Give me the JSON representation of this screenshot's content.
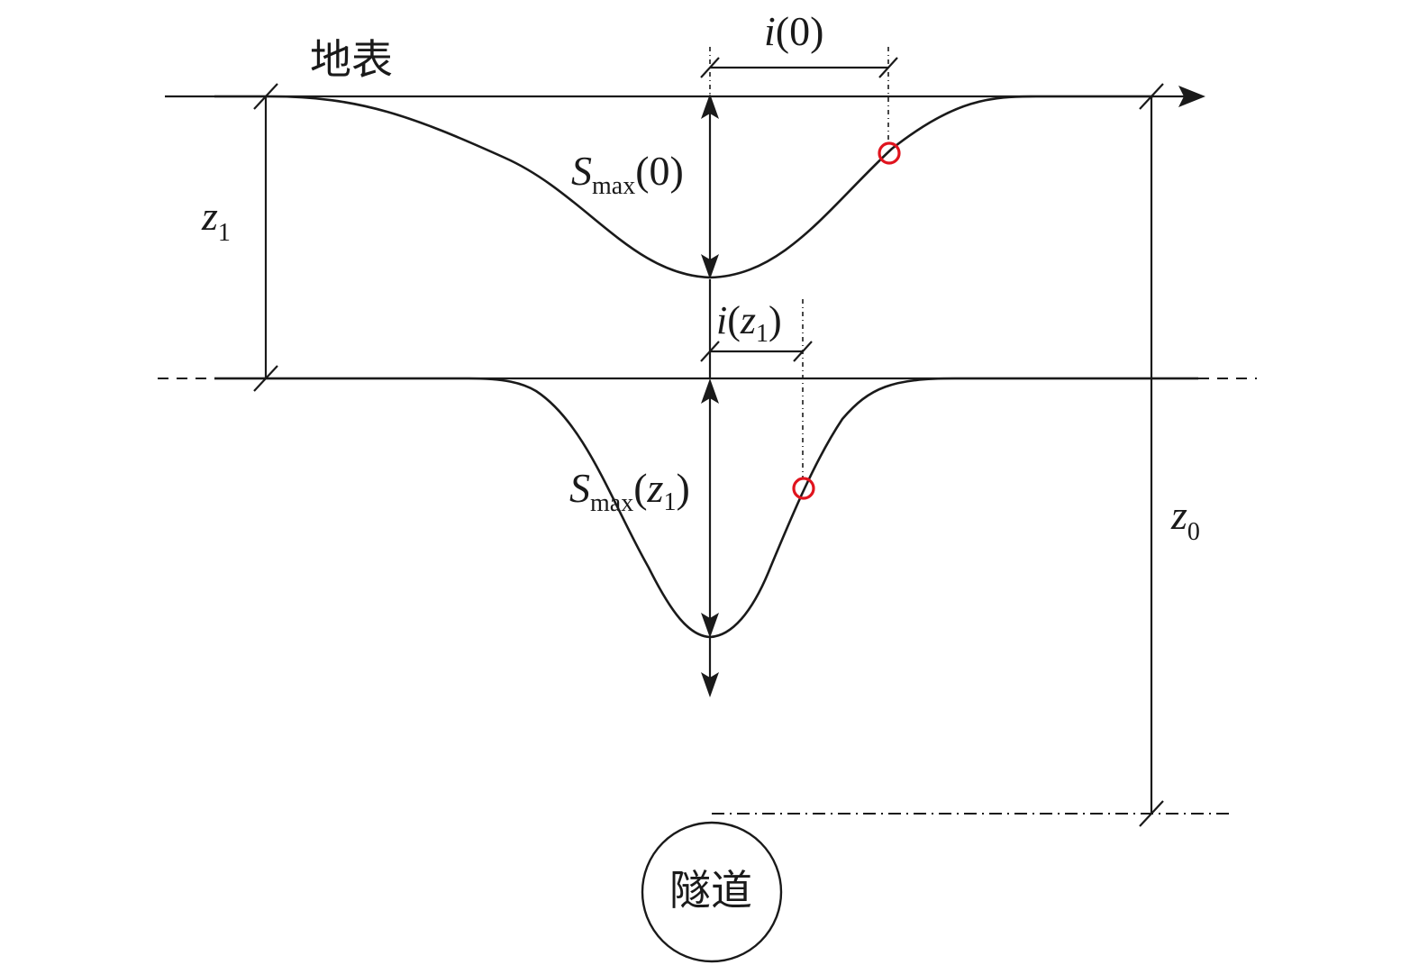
{
  "labels": {
    "surface": "地表",
    "tunnel": "隧道",
    "i0": {
      "sym": "i",
      "arg": "(0)"
    },
    "iz1": {
      "sym": "i",
      "open": "(",
      "var": "z",
      "sub": "1",
      "close": ")"
    },
    "smax0": {
      "sym": "S",
      "sub": "max",
      "arg": "(0)"
    },
    "smaxz1": {
      "sym": "S",
      "sub": "max",
      "open": "(",
      "var": "z",
      "varsub": "1",
      "close": ")"
    },
    "z1": {
      "sym": "z",
      "sub": "1"
    },
    "z0": {
      "sym": "z",
      "sub": "0"
    }
  },
  "colors": {
    "line": "#1a1a1a",
    "marker": "#e0141e"
  }
}
